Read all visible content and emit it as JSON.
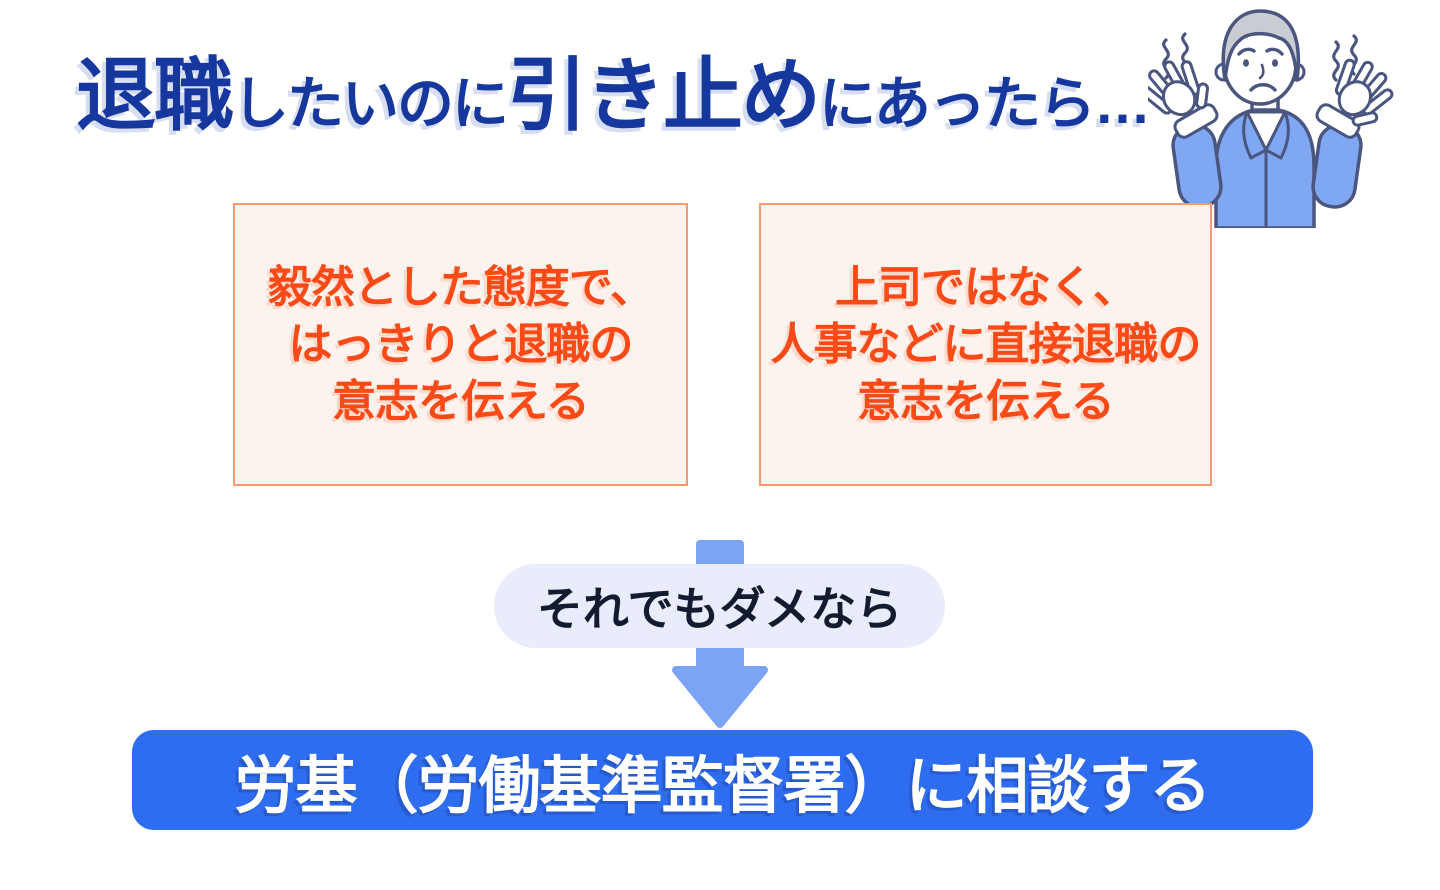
{
  "title": {
    "full_text": "退職したいのに引き止めにあったら…",
    "segments": [
      {
        "text": "退職",
        "emphasis": "large"
      },
      {
        "text": "したいのに",
        "emphasis": "small"
      },
      {
        "text": "引き止め",
        "emphasis": "large"
      },
      {
        "text": "にあったら…",
        "emphasis": "small"
      }
    ]
  },
  "advice_boxes": [
    {
      "lines": [
        "毅然とした態度で、",
        "はっきりと退職の",
        "意志を伝える"
      ]
    },
    {
      "lines": [
        "上司ではなく、",
        "人事などに直接退職の",
        "意志を伝える"
      ]
    }
  ],
  "connector": {
    "label": "それでもダメなら"
  },
  "conclusion": {
    "label": "労基（労働基準監督署）に相談する"
  },
  "illustration": {
    "name": "worried-man-shrugging"
  },
  "colors": {
    "title_blue": "#16379D",
    "box_background": "#FDF3EE",
    "box_border": "#F59B72",
    "box_text_orange": "#FA4A18",
    "pill_background": "#E9EDFB",
    "pill_text": "#121B2F",
    "arrow_blue": "#7CA4F4",
    "banner_blue": "#2E6CF0",
    "banner_text": "#FFFFFF",
    "illustration_outline": "#4A5680",
    "illustration_jacket": "#7FA7F2",
    "illustration_hair": "#C9CCD2"
  }
}
